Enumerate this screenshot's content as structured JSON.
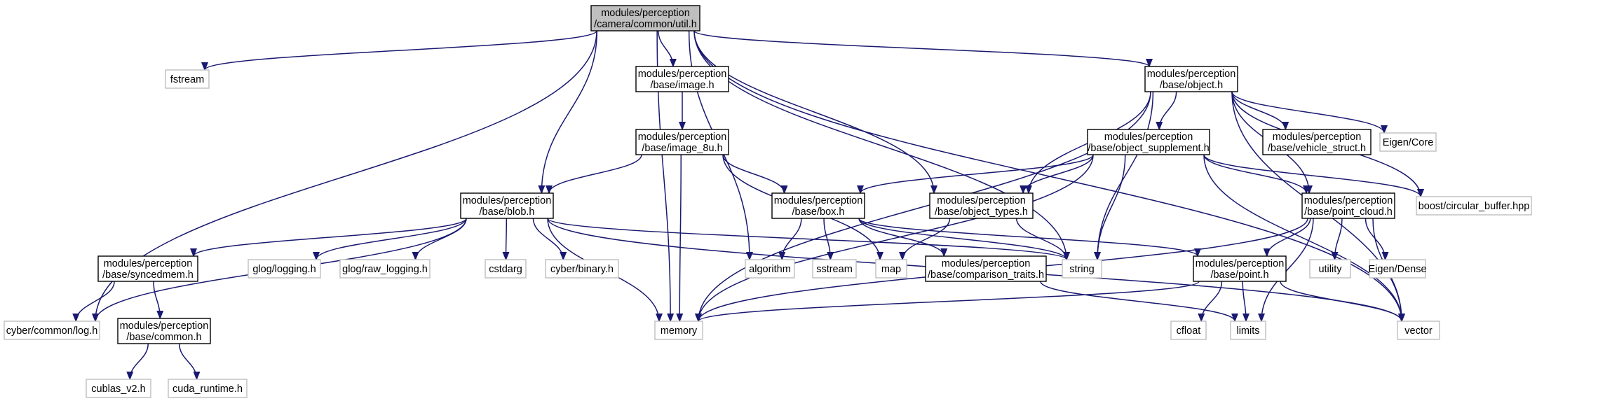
{
  "graph": {
    "nodes": [
      {
        "id": "util",
        "lines": [
          "modules/perception",
          "/camera/common/util.h"
        ],
        "kind": "root"
      },
      {
        "id": "fstream",
        "lines": [
          "fstream"
        ],
        "kind": "external"
      },
      {
        "id": "image",
        "lines": [
          "modules/perception",
          "/base/image.h"
        ],
        "kind": "internal"
      },
      {
        "id": "object",
        "lines": [
          "modules/perception",
          "/base/object.h"
        ],
        "kind": "internal"
      },
      {
        "id": "image8u",
        "lines": [
          "modules/perception",
          "/base/image_8u.h"
        ],
        "kind": "internal"
      },
      {
        "id": "objsupp",
        "lines": [
          "modules/perception",
          "/base/object_supplement.h"
        ],
        "kind": "internal"
      },
      {
        "id": "vehicle",
        "lines": [
          "modules/perception",
          "/base/vehicle_struct.h"
        ],
        "kind": "internal"
      },
      {
        "id": "eigencore",
        "lines": [
          "Eigen/Core"
        ],
        "kind": "external"
      },
      {
        "id": "blob",
        "lines": [
          "modules/perception",
          "/base/blob.h"
        ],
        "kind": "internal"
      },
      {
        "id": "box",
        "lines": [
          "modules/perception",
          "/base/box.h"
        ],
        "kind": "internal"
      },
      {
        "id": "objtypes",
        "lines": [
          "modules/perception",
          "/base/object_types.h"
        ],
        "kind": "internal"
      },
      {
        "id": "pcloud",
        "lines": [
          "modules/perception",
          "/base/point_cloud.h"
        ],
        "kind": "internal"
      },
      {
        "id": "boostcb",
        "lines": [
          "boost/circular_buffer.hpp"
        ],
        "kind": "external"
      },
      {
        "id": "syncedmem",
        "lines": [
          "modules/perception",
          "/base/syncedmem.h"
        ],
        "kind": "internal"
      },
      {
        "id": "glog",
        "lines": [
          "glog/logging.h"
        ],
        "kind": "external"
      },
      {
        "id": "glograw",
        "lines": [
          "glog/raw_logging.h"
        ],
        "kind": "external"
      },
      {
        "id": "cstdarg",
        "lines": [
          "cstdarg"
        ],
        "kind": "external"
      },
      {
        "id": "cyberbin",
        "lines": [
          "cyber/binary.h"
        ],
        "kind": "external"
      },
      {
        "id": "algorithm",
        "lines": [
          "algorithm"
        ],
        "kind": "external"
      },
      {
        "id": "sstream",
        "lines": [
          "sstream"
        ],
        "kind": "external"
      },
      {
        "id": "map",
        "lines": [
          "map"
        ],
        "kind": "external"
      },
      {
        "id": "comptraits",
        "lines": [
          "modules/perception",
          "/base/comparison_traits.h"
        ],
        "kind": "internal"
      },
      {
        "id": "string",
        "lines": [
          "string"
        ],
        "kind": "external"
      },
      {
        "id": "point",
        "lines": [
          "modules/perception",
          "/base/point.h"
        ],
        "kind": "internal"
      },
      {
        "id": "utility",
        "lines": [
          "utility"
        ],
        "kind": "external"
      },
      {
        "id": "eigendense",
        "lines": [
          "Eigen/Dense"
        ],
        "kind": "external"
      },
      {
        "id": "cyberlog",
        "lines": [
          "cyber/common/log.h"
        ],
        "kind": "external"
      },
      {
        "id": "common",
        "lines": [
          "modules/perception",
          "/base/common.h"
        ],
        "kind": "internal"
      },
      {
        "id": "memory",
        "lines": [
          "memory"
        ],
        "kind": "external"
      },
      {
        "id": "cfloat",
        "lines": [
          "cfloat"
        ],
        "kind": "external"
      },
      {
        "id": "limits",
        "lines": [
          "limits"
        ],
        "kind": "external"
      },
      {
        "id": "vector",
        "lines": [
          "vector"
        ],
        "kind": "external"
      },
      {
        "id": "cublas",
        "lines": [
          "cublas_v2.h"
        ],
        "kind": "external"
      },
      {
        "id": "cudart",
        "lines": [
          "cuda_runtime.h"
        ],
        "kind": "external"
      }
    ],
    "edges": [
      [
        "util",
        "fstream"
      ],
      [
        "util",
        "image"
      ],
      [
        "util",
        "object"
      ],
      [
        "util",
        "blob"
      ],
      [
        "util",
        "objtypes"
      ],
      [
        "util",
        "algorithm"
      ],
      [
        "util",
        "string"
      ],
      [
        "util",
        "cyberlog"
      ],
      [
        "util",
        "memory"
      ],
      [
        "util",
        "vector"
      ],
      [
        "image",
        "image8u"
      ],
      [
        "image8u",
        "blob"
      ],
      [
        "image8u",
        "box"
      ],
      [
        "image8u",
        "map"
      ],
      [
        "image8u",
        "memory"
      ],
      [
        "object",
        "objsupp"
      ],
      [
        "object",
        "vehicle"
      ],
      [
        "object",
        "eigencore"
      ],
      [
        "object",
        "objtypes"
      ],
      [
        "object",
        "pcloud"
      ],
      [
        "object",
        "boostcb"
      ],
      [
        "object",
        "string"
      ],
      [
        "object",
        "memory"
      ],
      [
        "object",
        "vector"
      ],
      [
        "objsupp",
        "box"
      ],
      [
        "objsupp",
        "objtypes"
      ],
      [
        "objsupp",
        "pcloud"
      ],
      [
        "objsupp",
        "boostcb"
      ],
      [
        "objsupp",
        "string"
      ],
      [
        "objsupp",
        "memory"
      ],
      [
        "objsupp",
        "vector"
      ],
      [
        "blob",
        "syncedmem"
      ],
      [
        "blob",
        "glog"
      ],
      [
        "blob",
        "glograw"
      ],
      [
        "blob",
        "cstdarg"
      ],
      [
        "blob",
        "cyberbin"
      ],
      [
        "blob",
        "cyberlog"
      ],
      [
        "blob",
        "memory"
      ],
      [
        "blob",
        "string"
      ],
      [
        "blob",
        "vector"
      ],
      [
        "box",
        "algorithm"
      ],
      [
        "box",
        "sstream"
      ],
      [
        "box",
        "comptraits"
      ],
      [
        "box",
        "string"
      ],
      [
        "box",
        "point"
      ],
      [
        "objtypes",
        "map"
      ],
      [
        "objtypes",
        "string"
      ],
      [
        "pcloud",
        "point"
      ],
      [
        "pcloud",
        "utility"
      ],
      [
        "pcloud",
        "eigendense"
      ],
      [
        "pcloud",
        "limits"
      ],
      [
        "pcloud",
        "memory"
      ],
      [
        "pcloud",
        "vector"
      ],
      [
        "comptraits",
        "limits"
      ],
      [
        "point",
        "cfloat"
      ],
      [
        "point",
        "limits"
      ],
      [
        "point",
        "memory"
      ],
      [
        "point",
        "vector"
      ],
      [
        "syncedmem",
        "cyberlog"
      ],
      [
        "syncedmem",
        "common"
      ],
      [
        "common",
        "cublas"
      ],
      [
        "common",
        "cudart"
      ]
    ]
  }
}
